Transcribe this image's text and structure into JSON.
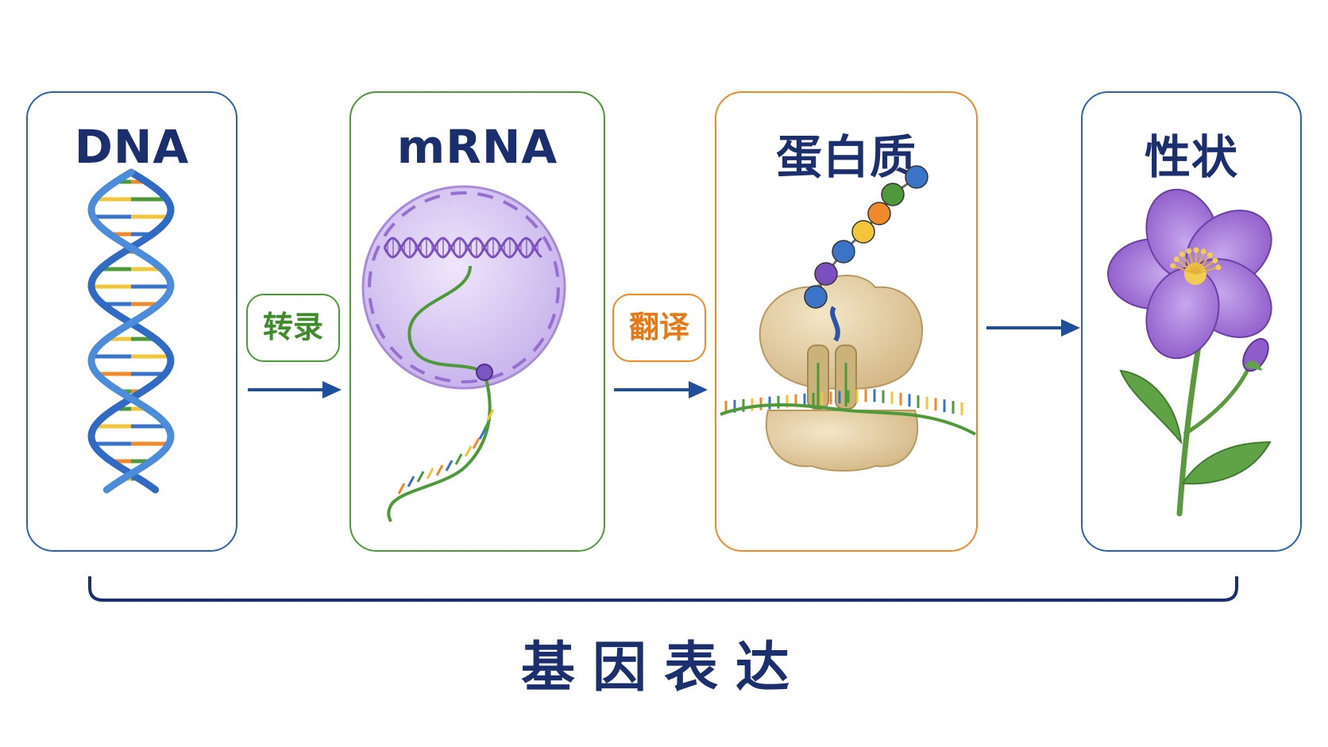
{
  "stages": [
    {
      "title": "DNA",
      "color": "#2c62b0",
      "icon": "dna-double-helix-icon"
    },
    {
      "title": "mRNA",
      "color": "#4e9a3a",
      "icon": "nucleus-mrna-icon"
    },
    {
      "title": "蛋白质",
      "color": "#f08a24",
      "icon": "ribosome-protein-icon"
    },
    {
      "title": "性状",
      "color": "#2c62b0",
      "icon": "purple-flower-icon"
    }
  ],
  "steps": {
    "transcription": "转录",
    "translation": "翻译"
  },
  "footer": {
    "label": "基因表达"
  },
  "colors": {
    "navy_text": "#1b2f6e",
    "arrow": "#1f4f9c",
    "dna_blue": "#3a74c9",
    "rna_green": "#4e9a3a",
    "nucleus_purple": "#b49ddf",
    "ribosome_tan": "#e6d1a8",
    "flower_purple": "#9a67cf"
  }
}
